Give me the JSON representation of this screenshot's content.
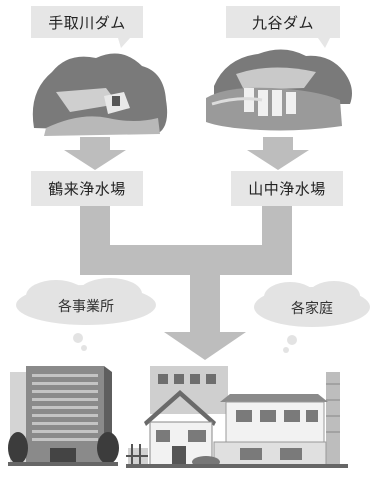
{
  "sources": [
    {
      "dam": "手取川ダム",
      "plant": "鶴来浄水場"
    },
    {
      "dam": "九谷ダム",
      "plant": "山中浄水場"
    }
  ],
  "destinations": [
    "各事業所",
    "各家庭"
  ],
  "colors": {
    "box": "#e6e6e6",
    "arrow": "#bdbdbd",
    "cloud": "#e3e3e3",
    "text": "#222222"
  }
}
